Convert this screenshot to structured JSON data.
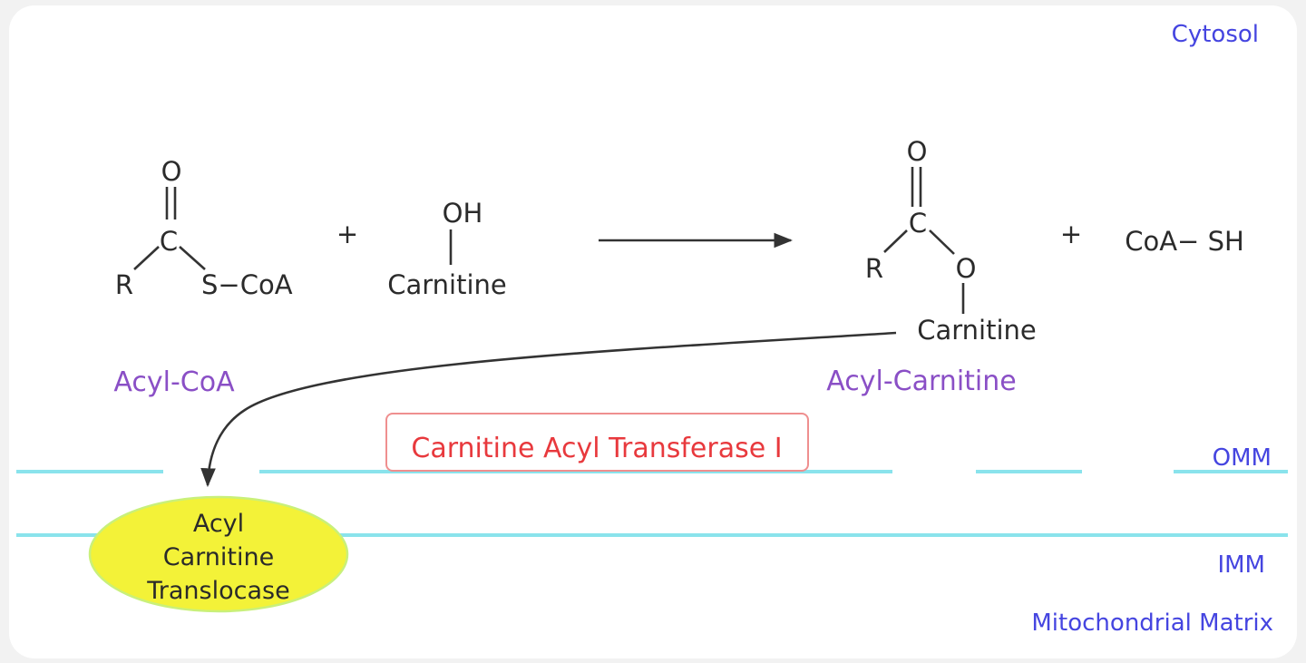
{
  "regions": {
    "cytosol": "Cytosol",
    "omm": "OMM",
    "imm": "IMM",
    "matrix": "Mitochondrial Matrix"
  },
  "reactant1": {
    "o": "O",
    "c": "C",
    "r": "R",
    "s_coa": "S−CoA",
    "name": "Acyl-CoA"
  },
  "reactant2": {
    "oh": "OH",
    "carnitine": "Carnitine"
  },
  "product1": {
    "o_top": "O",
    "c": "C",
    "r": "R",
    "o_ester": "O",
    "carnitine": "Carnitine",
    "name": "Acyl-Carnitine"
  },
  "product2": {
    "formula": "CoA− SH"
  },
  "plus": "+",
  "enzyme": "Carnitine Acyl Transferase I",
  "translocase": [
    "Acyl",
    "Carnitine",
    "Translocase"
  ],
  "colors": {
    "membrane": "#8ae3ec",
    "region_text": "#4545e0",
    "compound_name": "#8a4fc6",
    "enzyme": "#e8393d",
    "translocase_fill": "#f3f238"
  }
}
